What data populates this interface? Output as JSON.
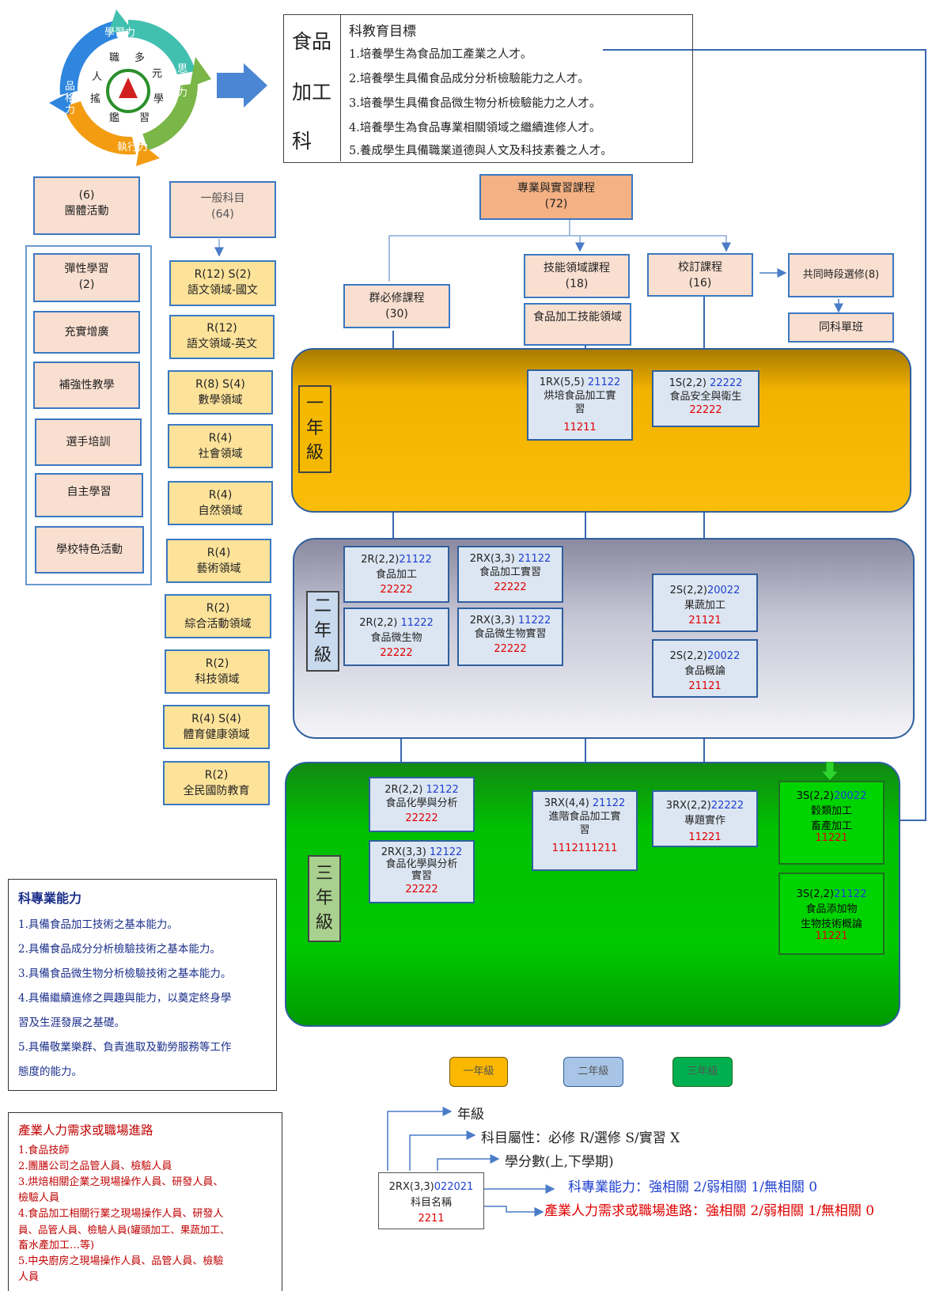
{
  "logo": {
    "top": "學習力",
    "right": "思創力",
    "bottom": "執行力",
    "left": "品格力",
    "inner": [
      "職",
      "多",
      "元",
      "學",
      "習",
      "鑑",
      "搖",
      "人"
    ]
  },
  "dept": {
    "name_lines": [
      "食品",
      "加工",
      "科"
    ],
    "goals_title": "科教育目標",
    "goals": [
      "1.培養學生為食品加工產業之人才。",
      "2.培養學生具備食品成分分析檢驗能力之人才。",
      "3.培養學生具備食品微生物分析檢驗能力之人才。",
      "4.培養學生為食品專業相關領域之繼續進修人才。",
      "5.養成學生具備職業道德與人文及科技素養之人才。"
    ]
  },
  "left_column": {
    "group": {
      "line1": "(6)",
      "line2": "團體活動"
    },
    "items": [
      {
        "line1": "彈性學習",
        "line2": "(2)"
      },
      {
        "line1": "充實增廣",
        "line2": ""
      },
      {
        "line1": "補強性教學",
        "line2": ""
      },
      {
        "line1": "選手培訓",
        "line2": ""
      },
      {
        "line1": "自主學習",
        "line2": ""
      },
      {
        "line1": "學校特色活動",
        "line2": ""
      }
    ]
  },
  "general": {
    "header": {
      "line1": "一般科目",
      "line2": "(64)"
    },
    "items": [
      {
        "code": "R(12) S(2)",
        "name": "語文領域-國文"
      },
      {
        "code": "R(12)",
        "name": "語文領域-英文"
      },
      {
        "code": "R(8) S(4)",
        "name": "數學領域"
      },
      {
        "code": "R(4)",
        "name": "社會領域"
      },
      {
        "code": "R(4)",
        "name": "自然領域"
      },
      {
        "code": "R(4)",
        "name": "藝術領域"
      },
      {
        "code": "R(2)",
        "name": "綜合活動領域"
      },
      {
        "code": "R(2)",
        "name": "科技領域"
      },
      {
        "code": "R(4) S(4)",
        "name": "體育健康領域"
      },
      {
        "code": "R(2)",
        "name": "全民國防教育"
      }
    ]
  },
  "pro": {
    "header": {
      "line1": "專業與實習課程",
      "line2": "(72)"
    },
    "group_req": {
      "line1": "群必修課程",
      "line2": "(30)"
    },
    "skill": {
      "line1": "技能領域課程",
      "line2": "(18)"
    },
    "skill_sub": "食品加工技能領域",
    "school": {
      "line1": "校訂課程",
      "line2": "(16)"
    },
    "shared": "共同時段選修(8)",
    "same_class": "同科單班"
  },
  "years": {
    "y1": [
      "一",
      "年",
      "級"
    ],
    "y2": [
      "二",
      "年",
      "級"
    ],
    "y3": [
      "三",
      "年",
      "級"
    ]
  },
  "courses": {
    "y1a": {
      "code": "1RX(5,5)",
      "num": "21122",
      "name1": "烘培食品加工實",
      "name2": "習",
      "rel": "11211"
    },
    "y1b": {
      "code": "1S(2,2)",
      "num": "22222",
      "name1": "食品安全與衛生",
      "name2": "",
      "rel": "22222"
    },
    "y2a": {
      "code": "2R(2,2)",
      "num": "21122",
      "name1": "食品加工",
      "name2": "",
      "rel": "22222"
    },
    "y2b": {
      "code": "2RX(3,3)",
      "num": "21122",
      "name1": "食品加工實習",
      "name2": "",
      "rel": "22222"
    },
    "y2c": {
      "code": "2R(2,2)",
      "num": "11222",
      "name1": "食品微生物",
      "name2": "",
      "rel": "22222"
    },
    "y2d": {
      "code": "2RX(3,3)",
      "num": "11222",
      "name1": "食品微生物實習",
      "name2": "",
      "rel": "22222"
    },
    "y2e": {
      "code": "2S(2,2)",
      "num": "20022",
      "name1": "果蔬加工",
      "name2": "",
      "rel": "21121"
    },
    "y2f": {
      "code": "2S(2,2)",
      "num": "20022",
      "name1": "食品概論",
      "name2": "",
      "rel": "21121"
    },
    "y3a": {
      "code": "2R(2,2)",
      "num": "12122",
      "name1": "食品化學與分析",
      "name2": "",
      "rel": "22222"
    },
    "y3b": {
      "code": "2RX(3,3)",
      "num": "12122",
      "name1": "食品化學與分析",
      "name2": "實習",
      "rel": "22222"
    },
    "y3c": {
      "code": "3RX(4,4)",
      "num": "21122",
      "name1": "進階食品加工實",
      "name2": "習",
      "rel": "1112111211"
    },
    "y3d": {
      "code": "3RX(2,2)",
      "num": "22222",
      "name1": "專題實作",
      "name2": "",
      "rel": "11221"
    },
    "y3e": {
      "code": "3S(2,2)",
      "num": "20022",
      "name1": "穀類加工",
      "name2": "畜產加工",
      "rel": "11221"
    },
    "y3f": {
      "code": "3S(2,2)",
      "num": "21122",
      "name1": "食品添加物",
      "name2": "生物技術概論",
      "rel": "11221"
    }
  },
  "abilities": {
    "title": "科專業能力",
    "items": [
      "1.具備食品加工技術之基本能力。",
      "2.具備食品成分分析檢驗技術之基本能力。",
      "3.具備食品微生物分析檢驗技術之基本能力。",
      "4.具備繼續進修之興趣與能力，以奠定終身學",
      "習及生涯發展之基礎。",
      "5.具備敬業樂群、負責進取及勤勞服務等工作",
      "態度的能力。"
    ]
  },
  "careers": {
    "title": "產業人力需求或職場進路",
    "items": [
      "1.食品技師",
      "2.團膳公司之品管人員、檢驗人員",
      "3.烘焙相關企業之現場操作人員、研發人員、",
      "檢驗人員",
      "4.食品加工相關行業之現場操作人員、研發人",
      "員、品管人員、檢驗人員(罐頭加工、果蔬加工、",
      "畜水產加工…等)",
      "5.中央廚房之現場操作人員、品管人員、檢驗",
      "人員"
    ]
  },
  "legend": {
    "items": [
      "一年級",
      "二年級",
      "三年級"
    ],
    "colors": [
      "#fbb800",
      "#a8c4e6",
      "#00b050"
    ]
  },
  "key": {
    "code": "2RX(3,3)",
    "num": "022021",
    "name": "科目名稱",
    "rel": "2211",
    "labels": [
      "年級",
      "科目屬性：必修 R/選修 S/實習 X",
      "學分數(上,下學期)",
      "科專業能力：強相關 2/弱相關 1/無相關 0",
      "產業人力需求或職場進路：強相關 2/弱相關 1/無相關 0"
    ]
  },
  "colors": {
    "year1": "#f5b800",
    "year2": "#a9a9c0",
    "year3": "#00a800",
    "arrow": "#4a7cc7",
    "line": "#3a68b0"
  }
}
